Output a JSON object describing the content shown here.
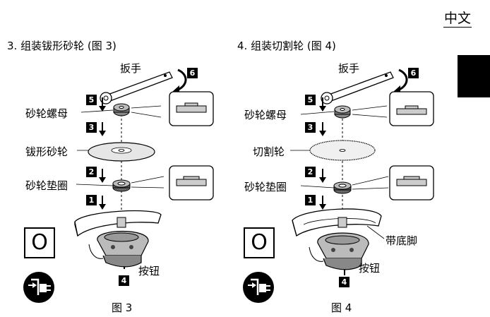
{
  "header": {
    "language": "中文"
  },
  "fig3": {
    "section_title": "3. 组装钹形砂轮 (图 3)",
    "caption": "图 3",
    "labels": {
      "wrench": "扳手",
      "nut": "砂轮螺母",
      "wheel": "钹形砂轮",
      "flange": "砂轮垫圈",
      "button": "按钮"
    },
    "steps": [
      "1",
      "2",
      "3",
      "4",
      "5",
      "6"
    ],
    "ok_mark": "O"
  },
  "fig4": {
    "section_title": "4. 组装切割轮 (图 4)",
    "caption": "图 4",
    "labels": {
      "wrench": "扳手",
      "nut": "砂轮螺母",
      "wheel": "切割轮",
      "flange": "砂轮垫圈",
      "guard": "带底脚",
      "button": "按钮"
    },
    "steps": [
      "1",
      "2",
      "3",
      "4",
      "5",
      "6"
    ],
    "ok_mark": "O"
  }
}
